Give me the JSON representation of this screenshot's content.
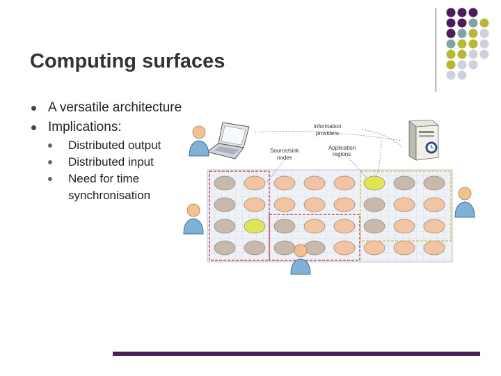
{
  "slide": {
    "title": "Computing surfaces",
    "bullets": [
      "A versatile architecture",
      "Implications:"
    ],
    "sub_bullets": [
      "Distributed output",
      "Distributed input",
      "Need for time",
      "synchronisation"
    ]
  },
  "diagram": {
    "labels": {
      "info_line1": "information",
      "info_line2": "providers",
      "source_line1": "Source/sink",
      "source_line2": "nodes",
      "app_line1": "Application",
      "app_line2": "regions"
    }
  },
  "colors": {
    "title": "#333333",
    "accent_purple": "#4b1d5c",
    "accent_teal": "#7fa3a8",
    "accent_olive": "#b8b832",
    "accent_lavender": "#cfcfe0",
    "node_orange": "#f3c4a2",
    "node_grey": "#c8b9ad",
    "node_yellow": "#dfe653",
    "region_red": "#b03040",
    "region_yellow": "#d8c84a"
  },
  "icons": [
    "person-icon",
    "laptop-icon",
    "server-icon",
    "clock-icon"
  ]
}
